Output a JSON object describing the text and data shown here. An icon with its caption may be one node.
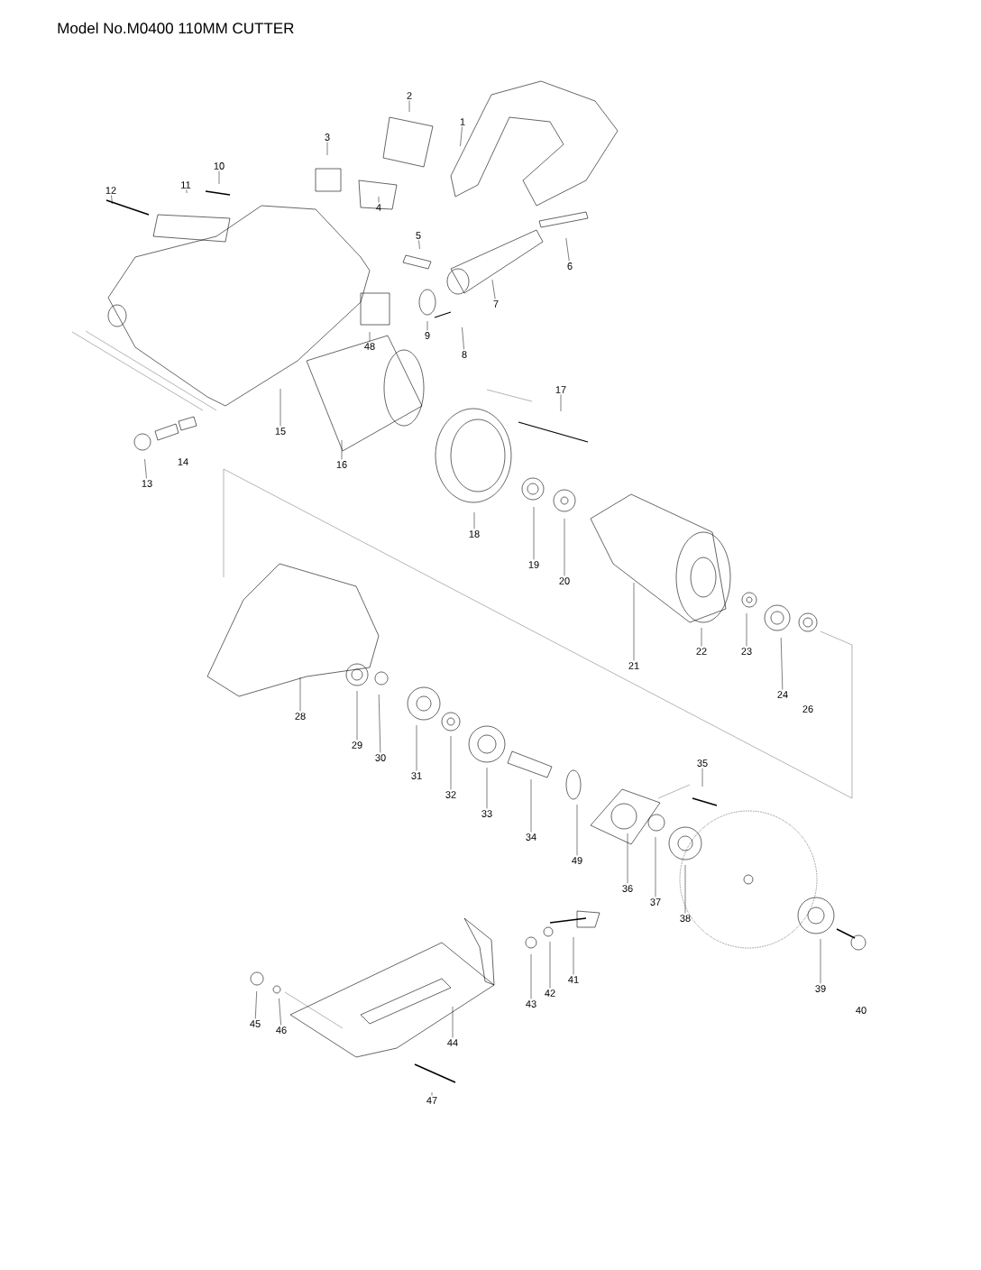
{
  "diagram": {
    "title": "Model No.M0400 110MM CUTTER",
    "nodes": [
      {
        "text": [
          "1"
        ]
      },
      {
        "text": [
          "2"
        ]
      },
      {
        "text": [
          "3"
        ]
      },
      {
        "text": [
          "4"
        ]
      },
      {
        "text": [
          "5"
        ]
      },
      {
        "text": [
          "6"
        ]
      },
      {
        "text": [
          "7"
        ]
      },
      {
        "text": [
          "8"
        ]
      },
      {
        "text": [
          "9"
        ]
      },
      {
        "text": [
          "10"
        ]
      },
      {
        "text": [
          "11"
        ]
      },
      {
        "text": [
          "12"
        ]
      },
      {
        "text": [
          "13"
        ]
      },
      {
        "text": [
          "15"
        ]
      },
      {
        "text": [
          "16"
        ]
      },
      {
        "text": [
          "17"
        ]
      },
      {
        "text": [
          "18"
        ]
      },
      {
        "text": [
          "19"
        ]
      },
      {
        "text": [
          "20"
        ]
      },
      {
        "text": [
          "21"
        ]
      },
      {
        "text": [
          "22"
        ]
      },
      {
        "text": [
          "23"
        ]
      },
      {
        "text": [
          "24"
        ]
      },
      {
        "text": [
          "28"
        ]
      },
      {
        "text": [
          "29"
        ]
      },
      {
        "text": [
          "30"
        ]
      },
      {
        "text": [
          "31"
        ]
      },
      {
        "text": [
          "32"
        ]
      },
      {
        "text": [
          "33"
        ]
      },
      {
        "text": [
          "34"
        ]
      },
      {
        "text": [
          "35"
        ]
      },
      {
        "text": [
          "36"
        ]
      },
      {
        "text": [
          "37"
        ]
      },
      {
        "text": [
          "38"
        ]
      },
      {
        "text": [
          "39"
        ]
      },
      {
        "text": [
          "41"
        ]
      },
      {
        "text": [
          "42"
        ]
      },
      {
        "text": [
          "43"
        ]
      },
      {
        "text": [
          "44"
        ]
      },
      {
        "text": [
          "45"
        ]
      },
      {
        "text": [
          "46"
        ]
      },
      {
        "text": [
          "47"
        ]
      },
      {
        "text": [
          "48"
        ]
      },
      {
        "text": [
          "49"
        ]
      }
    ],
    "edges": [
      {
        "from": 0,
        "to": null,
        "arrow": "none"
      },
      {
        "from": 1,
        "to": null,
        "arrow": "none"
      },
      {
        "from": 2,
        "to": null,
        "arrow": "none"
      },
      {
        "from": 3,
        "to": null,
        "arrow": "none"
      },
      {
        "from": 4,
        "to": null,
        "arrow": "none"
      },
      {
        "from": 5,
        "to": null,
        "arrow": "none"
      },
      {
        "from": 6,
        "to": null,
        "arrow": "none"
      },
      {
        "from": 7,
        "to": null,
        "arrow": "none"
      },
      {
        "from": 8,
        "to": null,
        "arrow": "none"
      },
      {
        "from": 9,
        "to": null,
        "arrow": "none"
      },
      {
        "from": 10,
        "to": null,
        "arrow": "none"
      },
      {
        "from": 11,
        "to": null,
        "arrow": "none"
      },
      {
        "from": 12,
        "to": null,
        "arrow": "none"
      },
      {
        "from": 13,
        "to": null,
        "arrow": "none"
      },
      {
        "from": 14,
        "to": null,
        "arrow": "none"
      },
      {
        "from": 15,
        "to": null,
        "arrow": "none"
      },
      {
        "from": 16,
        "to": null,
        "arrow": "none"
      },
      {
        "from": 17,
        "to": null,
        "arrow": "none"
      },
      {
        "from": 18,
        "to": null,
        "arrow": "none"
      },
      {
        "from": 19,
        "to": null,
        "arrow": "none"
      },
      {
        "from": 20,
        "to": null,
        "arrow": "none"
      },
      {
        "from": 21,
        "to": null,
        "arrow": "none"
      },
      {
        "from": 22,
        "to": null,
        "arrow": "none"
      },
      {
        "from": 23,
        "to": null,
        "arrow": "none"
      },
      {
        "from": 24,
        "to": null,
        "arrow": "none"
      },
      {
        "from": 25,
        "to": null,
        "arrow": "none"
      },
      {
        "from": 26,
        "to": null,
        "arrow": "none"
      },
      {
        "from": 27,
        "to": null,
        "arrow": "none"
      },
      {
        "from": 28,
        "to": null,
        "arrow": "none"
      },
      {
        "from": 29,
        "to": null,
        "arrow": "none"
      },
      {
        "from": 30,
        "to": null,
        "arrow": "none"
      },
      {
        "from": 31,
        "to": null,
        "arrow": "none"
      },
      {
        "from": 32,
        "to": null,
        "arrow": "none"
      },
      {
        "from": 33,
        "to": null,
        "arrow": "none"
      },
      {
        "from": 34,
        "to": null,
        "arrow": "none"
      },
      {
        "from": 35,
        "to": null,
        "arrow": "none"
      },
      {
        "from": 36,
        "to": null,
        "arrow": "none"
      },
      {
        "from": 37,
        "to": null,
        "arrow": "none"
      },
      {
        "from": 38,
        "to": null,
        "arrow": "none"
      },
      {
        "from": 39,
        "to": null,
        "arrow": "none"
      },
      {
        "from": 40,
        "to": null,
        "arrow": "none"
      },
      {
        "from": 41,
        "to": null,
        "arrow": "none"
      },
      {
        "from": 42,
        "to": null,
        "arrow": "none"
      },
      {
        "from": 43,
        "to": null,
        "arrow": "none"
      }
    ],
    "labels": [
      "14",
      "26",
      "40"
    ]
  }
}
